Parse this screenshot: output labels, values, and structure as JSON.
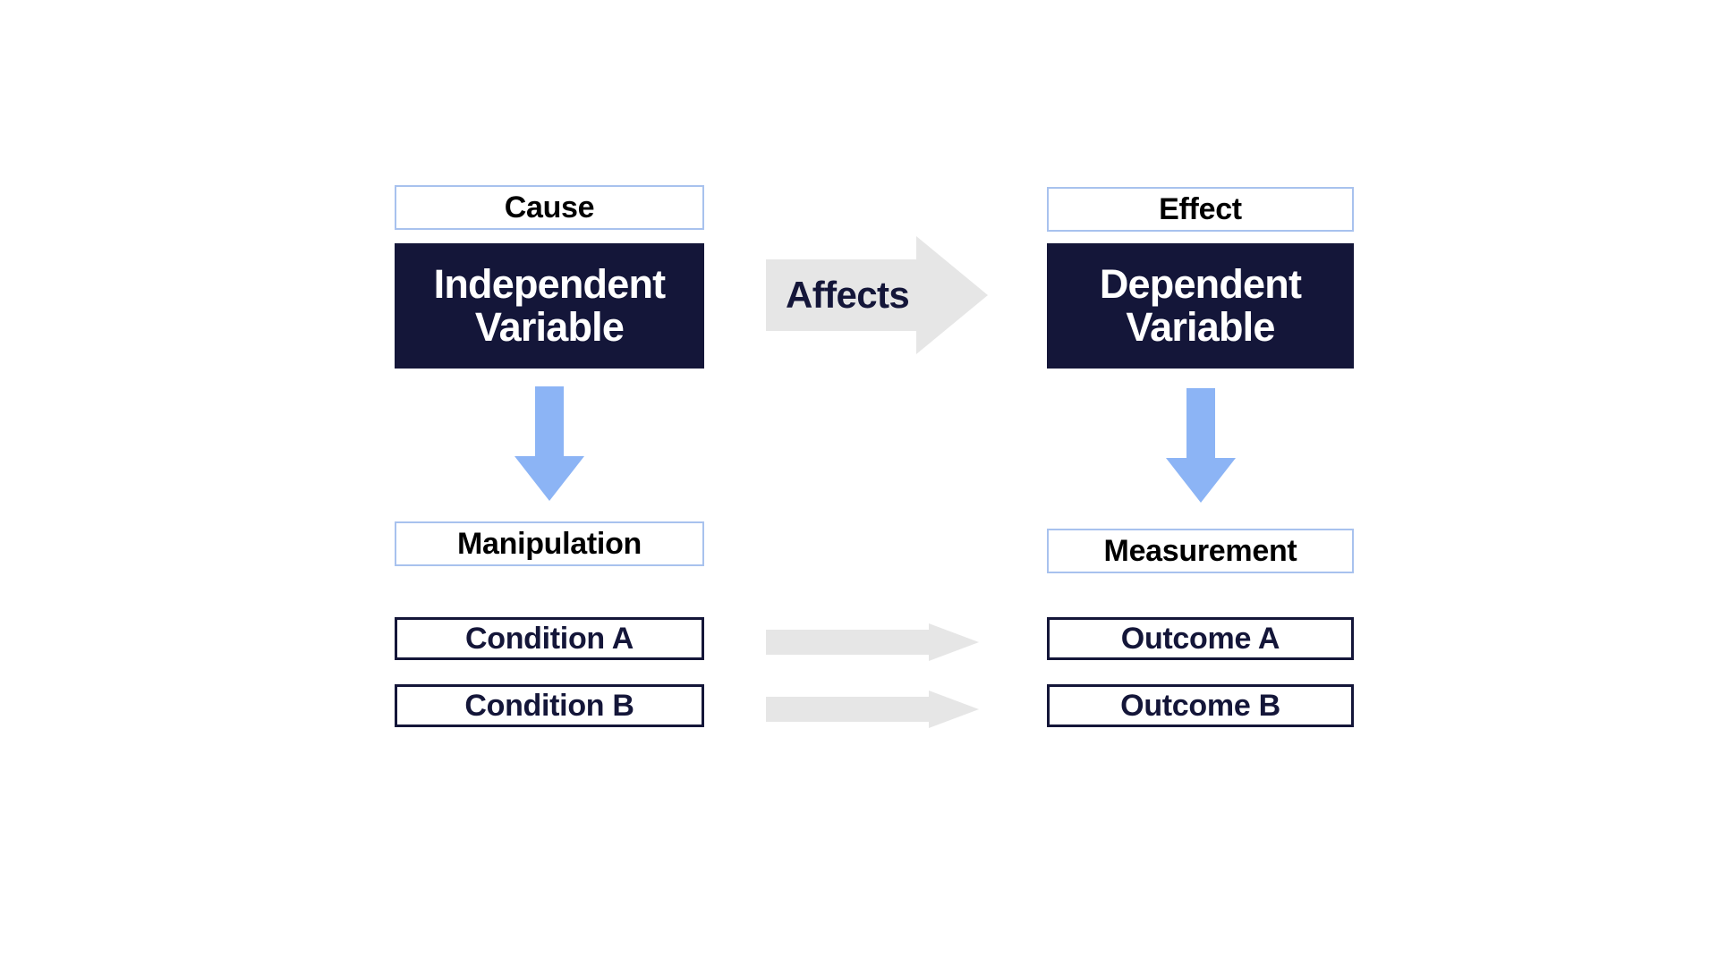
{
  "page": {
    "title": "Independent and Dependent Variable Diagram",
    "background_color": "#ffffff"
  },
  "colors": {
    "navy": "#141639",
    "light_blue_border": "#a8c2ee",
    "blue_arrow": "#8cb4f5",
    "gray_arrow": "#e6e6e6",
    "black_text": "#000000",
    "white_text": "#ffffff"
  },
  "left_column": {
    "header_label": "Cause",
    "main_box_line1": "Independent",
    "main_box_line2": "Variable",
    "main_box_text": "Independent Variable",
    "process_label": "Manipulation",
    "items": [
      {
        "label": "Condition A"
      },
      {
        "label": "Condition B"
      }
    ]
  },
  "right_column": {
    "header_label": "Effect",
    "main_box_line1": "Dependent",
    "main_box_line2": "Variable",
    "main_box_text": "Dependent Variable",
    "process_label": "Measurement",
    "items": [
      {
        "label": "Outcome A"
      },
      {
        "label": "Outcome B"
      }
    ]
  },
  "connectors": {
    "main_arrow_label": "Affects",
    "left_down_arrow_name": "blue-down-arrow",
    "right_down_arrow_name": "blue-down-arrow",
    "item_arrow_count": 2
  }
}
